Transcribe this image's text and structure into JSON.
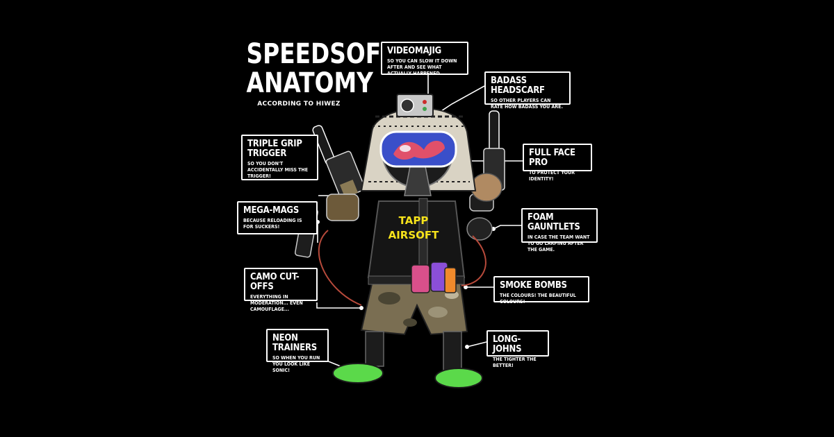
{
  "title": {
    "line1": "SPEEDSOFT",
    "line2": "ANATOMY",
    "subtitle": "ACCORDING TO HIWEZ"
  },
  "shirt_text": {
    "line1": "TAPP",
    "line2": "AIRSOFT"
  },
  "callouts": [
    {
      "id": "videomajig",
      "heading": "VIDEOMAJIG",
      "description": "SO YOU CAN SLOW IT DOWN AFTER AND SEE WHAT ACTUALLY HAPPENED."
    },
    {
      "id": "badass-headscarf",
      "heading": "BADASS HEADSCARF",
      "description": "SO OTHER PLAYERS CAN RATE HOW BADASS YOU ARE."
    },
    {
      "id": "triple-grip-trigger",
      "heading": "TRIPLE GRIP TRIGGER",
      "description": "SO YOU DON'T ACCIDENTALLY MISS THE TRIGGER!"
    },
    {
      "id": "full-face-pro",
      "heading": "FULL FACE PRO",
      "description": "TO PROTECT YOUR IDENTITY!"
    },
    {
      "id": "mega-mags",
      "heading": "MEGA-MAGS",
      "description": "BECAUSE RELOADING IS FOR SUCKERS!"
    },
    {
      "id": "foam-gauntlets",
      "heading": "FOAM GAUNTLETS",
      "description": "IN CASE THE TEAM WANT TO GO LARPING AFTER THE GAME."
    },
    {
      "id": "camo-cut-offs",
      "heading": "CAMO CUT-OFFS",
      "description": "EVERYTHING IN MODERATION... EVEN CAMOUFLAGE..."
    },
    {
      "id": "smoke-bombs",
      "heading": "SMOKE BOMBS",
      "description": "THE COLOURS! THE BEAUTIFUL COLOURS!"
    },
    {
      "id": "neon-trainers",
      "heading": "NEON TRAINERS",
      "description": "SO WHEN YOU RUN YOU LOOK LIKE SONIC!"
    },
    {
      "id": "long-johns",
      "heading": "LONG-JOHNS",
      "description": "THE TIGHTER THE BETTER!"
    }
  ],
  "colors": {
    "background": "#000000",
    "ink": "#ffffff",
    "shirt_text": "#f5e21b",
    "shoe": "#5bd94a",
    "visor_blue": "#3a4fc9",
    "visor_red": "#e0506a"
  }
}
